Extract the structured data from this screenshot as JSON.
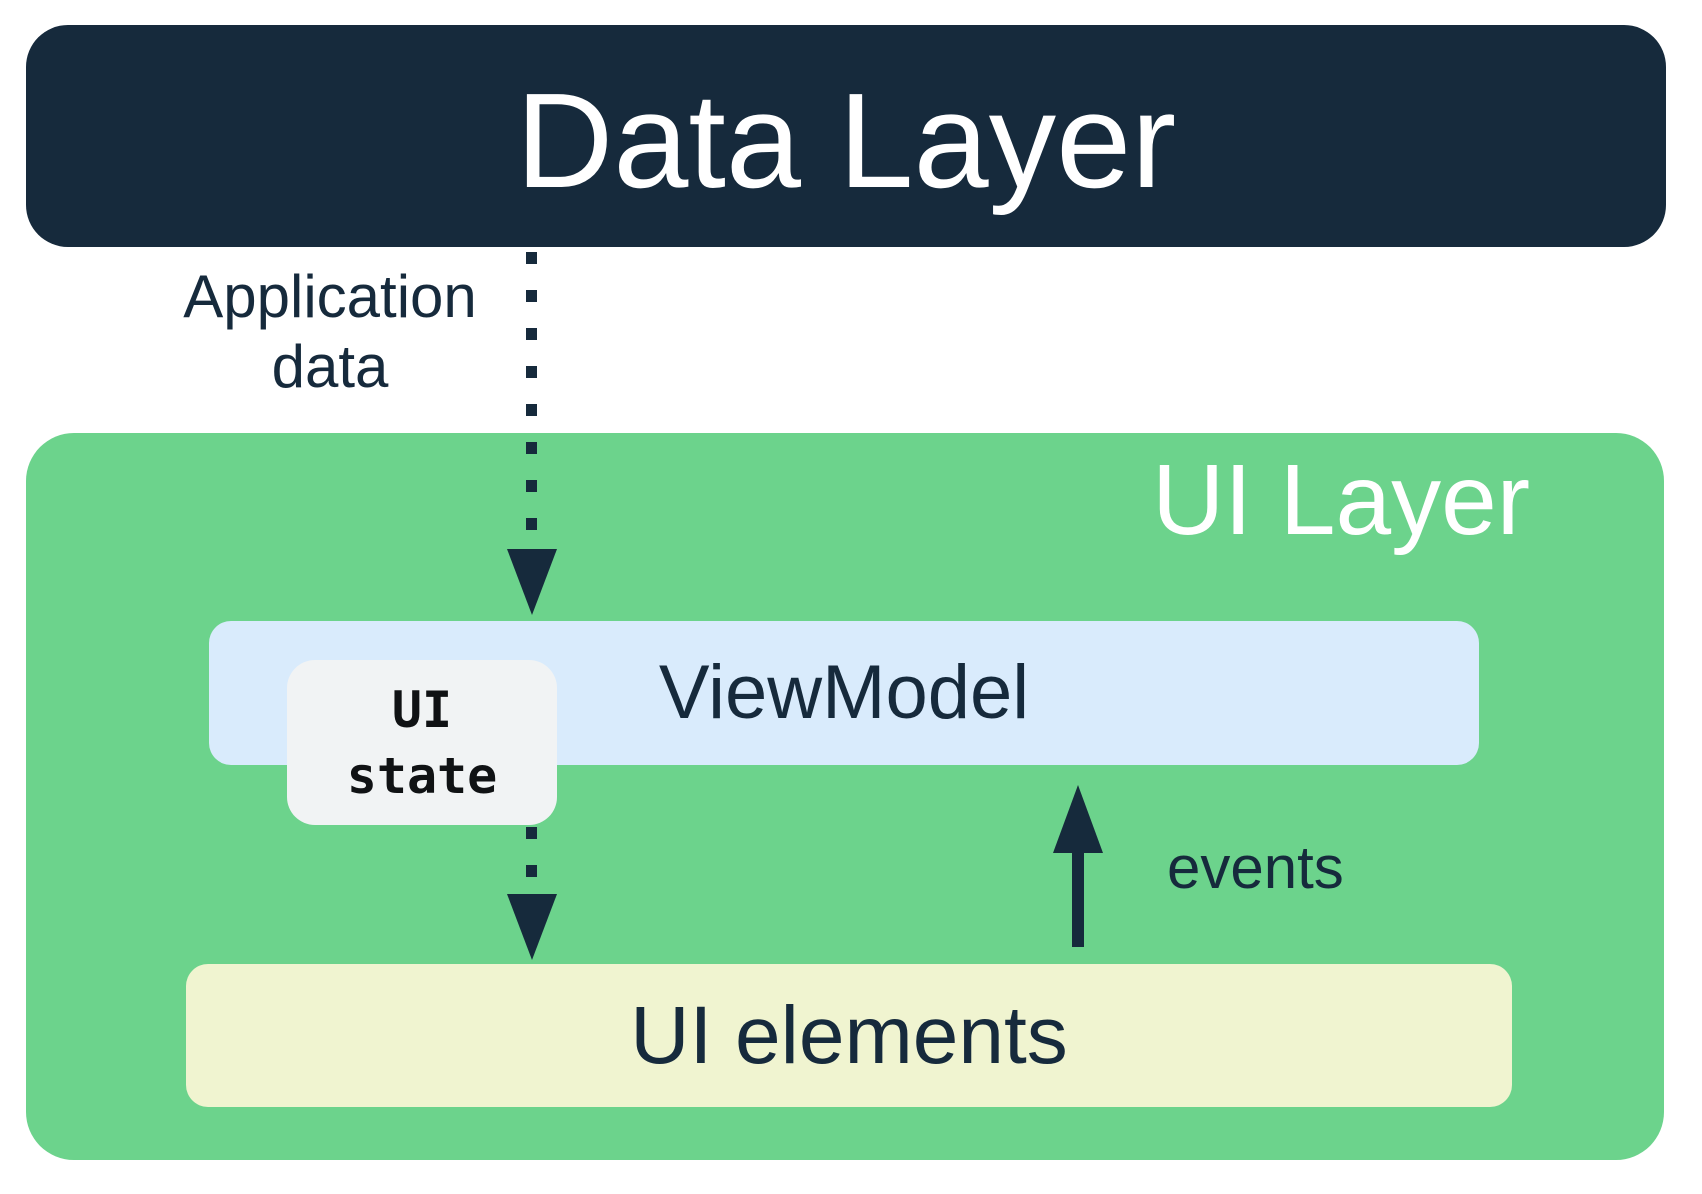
{
  "colors": {
    "navy": "#162A3C",
    "green": "#6CD38C",
    "light_blue": "#D9EBFC",
    "pale_yellow": "#F0F4D0",
    "chip_bg": "#F1F3F4",
    "chip_text": "#101214",
    "white": "#FFFFFF"
  },
  "diagram": {
    "data_layer_label": "Data Layer",
    "ui_layer_label": "UI Layer",
    "viewmodel_label": "ViewModel",
    "ui_elements_label": "UI elements",
    "ui_state_chip": {
      "line1": "UI",
      "line2": "state"
    },
    "application_data_label": {
      "line1": "Application",
      "line2": "data"
    },
    "events_label": "events"
  }
}
